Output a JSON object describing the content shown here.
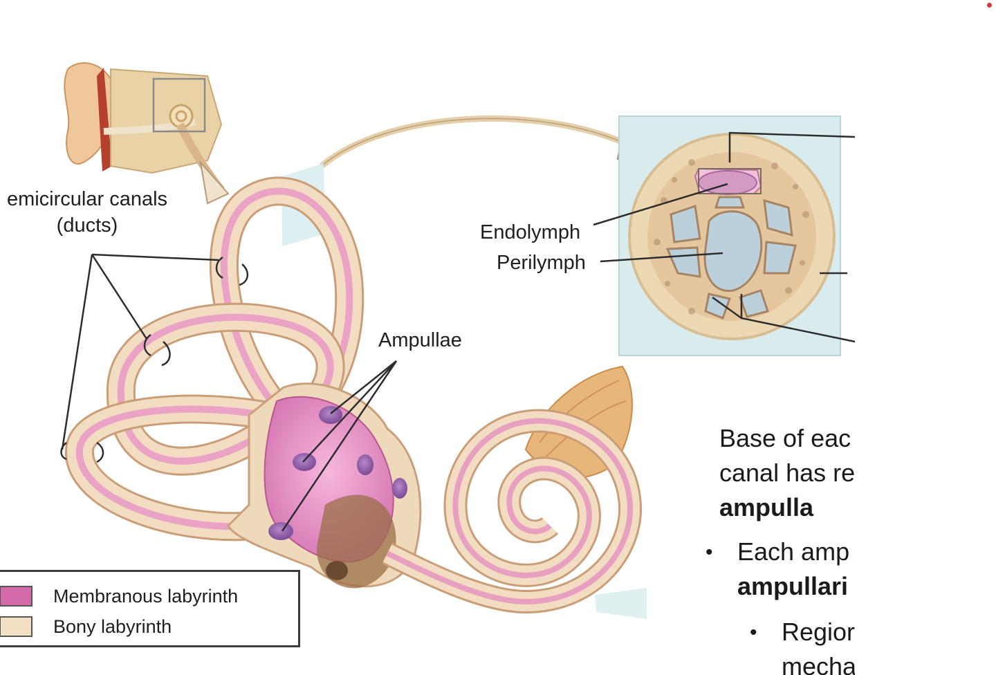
{
  "labels": {
    "semicircular_line1": "emicircular canals",
    "semicircular_line2": "(ducts)",
    "ampullae": "Ampullae",
    "endolymph": "Endolymph",
    "perilymph": "Perilymph"
  },
  "legend": {
    "items": [
      {
        "label": "Membranous labyrinth",
        "color": "#d46aa9"
      },
      {
        "label": "Bony labyrinth",
        "color": "#f3e0c4"
      }
    ]
  },
  "text_panel": {
    "para_line1": "Base of eac",
    "para_line2": "canal has re",
    "para_line3": "ampulla",
    "bullet1_line1": "Each amp",
    "bullet1_line2": "ampullari",
    "bullet2_line1": "Regior",
    "bullet2_line2": "mecha"
  },
  "colors": {
    "membranous": "#d46aa9",
    "bony": "#f3e0c4",
    "inset_bg": "#d8ecee"
  }
}
